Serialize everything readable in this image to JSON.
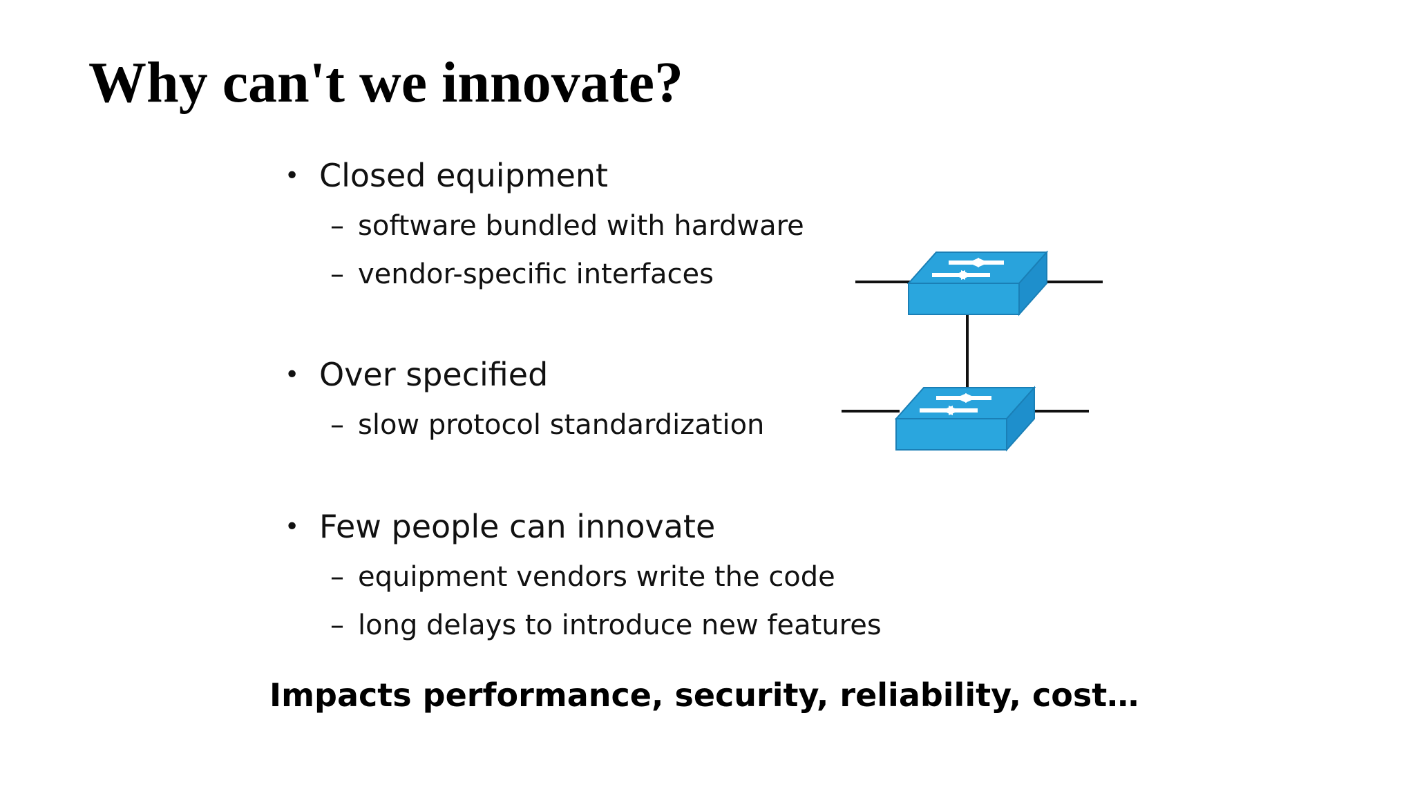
{
  "slide": {
    "title": "Why can't we innovate?",
    "bullets": [
      {
        "text": "Closed equipment",
        "subitems": [
          "software bundled with hardware",
          "vendor-specific interfaces"
        ]
      },
      {
        "text": "Over specified",
        "subitems": [
          "slow protocol standardization"
        ]
      },
      {
        "text": "Few people can innovate",
        "subitems": [
          "equipment vendors write the code",
          "long delays to introduce new features"
        ]
      }
    ],
    "bullet_glyph": "•",
    "dash_glyph": "–",
    "conclusion": "Impacts performance, security, reliability, cost…"
  },
  "diagram": {
    "icon": "network-switch-icon",
    "count": 2,
    "colors": {
      "top": "#29a3dc",
      "side": "#1e8fcc",
      "front": "#2aa6de",
      "arrow": "#ffffff",
      "line": "#111111"
    }
  }
}
